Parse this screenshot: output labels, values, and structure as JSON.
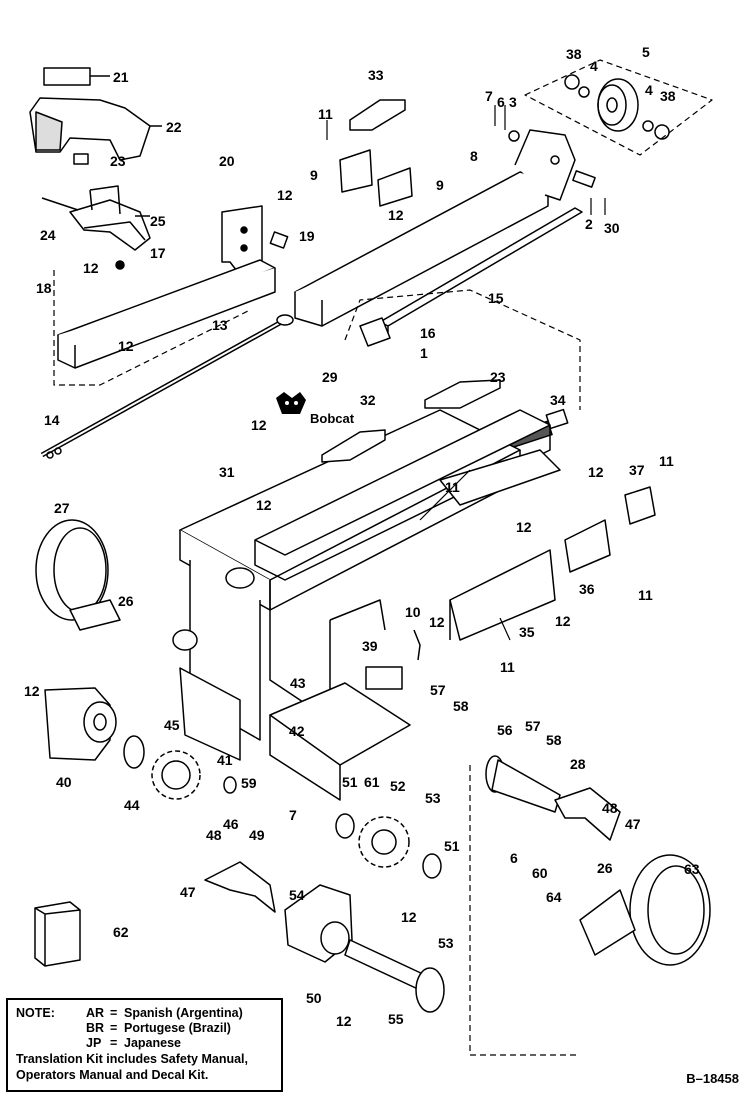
{
  "callouts": [
    "21",
    "22",
    "23",
    "24",
    "25",
    "12",
    "20",
    "12",
    "19",
    "17",
    "18",
    "12",
    "13",
    "11",
    "33",
    "9",
    "9",
    "12",
    "8",
    "7",
    "6",
    "3",
    "38",
    "4",
    "5",
    "4",
    "38",
    "2",
    "30",
    "15",
    "16",
    "1",
    "14",
    "29",
    "32",
    "12",
    "23",
    "34",
    "31",
    "11",
    "12",
    "37",
    "11",
    "27",
    "26",
    "12",
    "10",
    "12",
    "35",
    "12",
    "36",
    "11",
    "12",
    "11",
    "39",
    "57",
    "58",
    "12",
    "43",
    "42",
    "45",
    "41",
    "40",
    "44",
    "59",
    "61",
    "7",
    "46",
    "56",
    "57",
    "58",
    "28",
    "51",
    "52",
    "53",
    "48",
    "47",
    "6",
    "60",
    "48",
    "49",
    "47",
    "54",
    "51",
    "12",
    "26",
    "64",
    "63",
    "62",
    "53",
    "50",
    "12",
    "55"
  ],
  "logo": {
    "brand_text": "Bobcat"
  },
  "note": {
    "title": "NOTE:",
    "lines": [
      {
        "code": "AR",
        "sep": "=",
        "text": "Spanish (Argentina)"
      },
      {
        "code": "BR",
        "sep": "=",
        "text": "Portugese (Brazil)"
      },
      {
        "code": "JP",
        "sep": "=",
        "text": "Japanese"
      }
    ],
    "footer1": "Translation Kit includes Safety Manual,",
    "footer2": "Operators Manual and Decal Kit."
  },
  "figure_id": "B–18458",
  "colors": {
    "ink": "#000000",
    "paper": "#ffffff",
    "decal_gray": "#555555"
  }
}
